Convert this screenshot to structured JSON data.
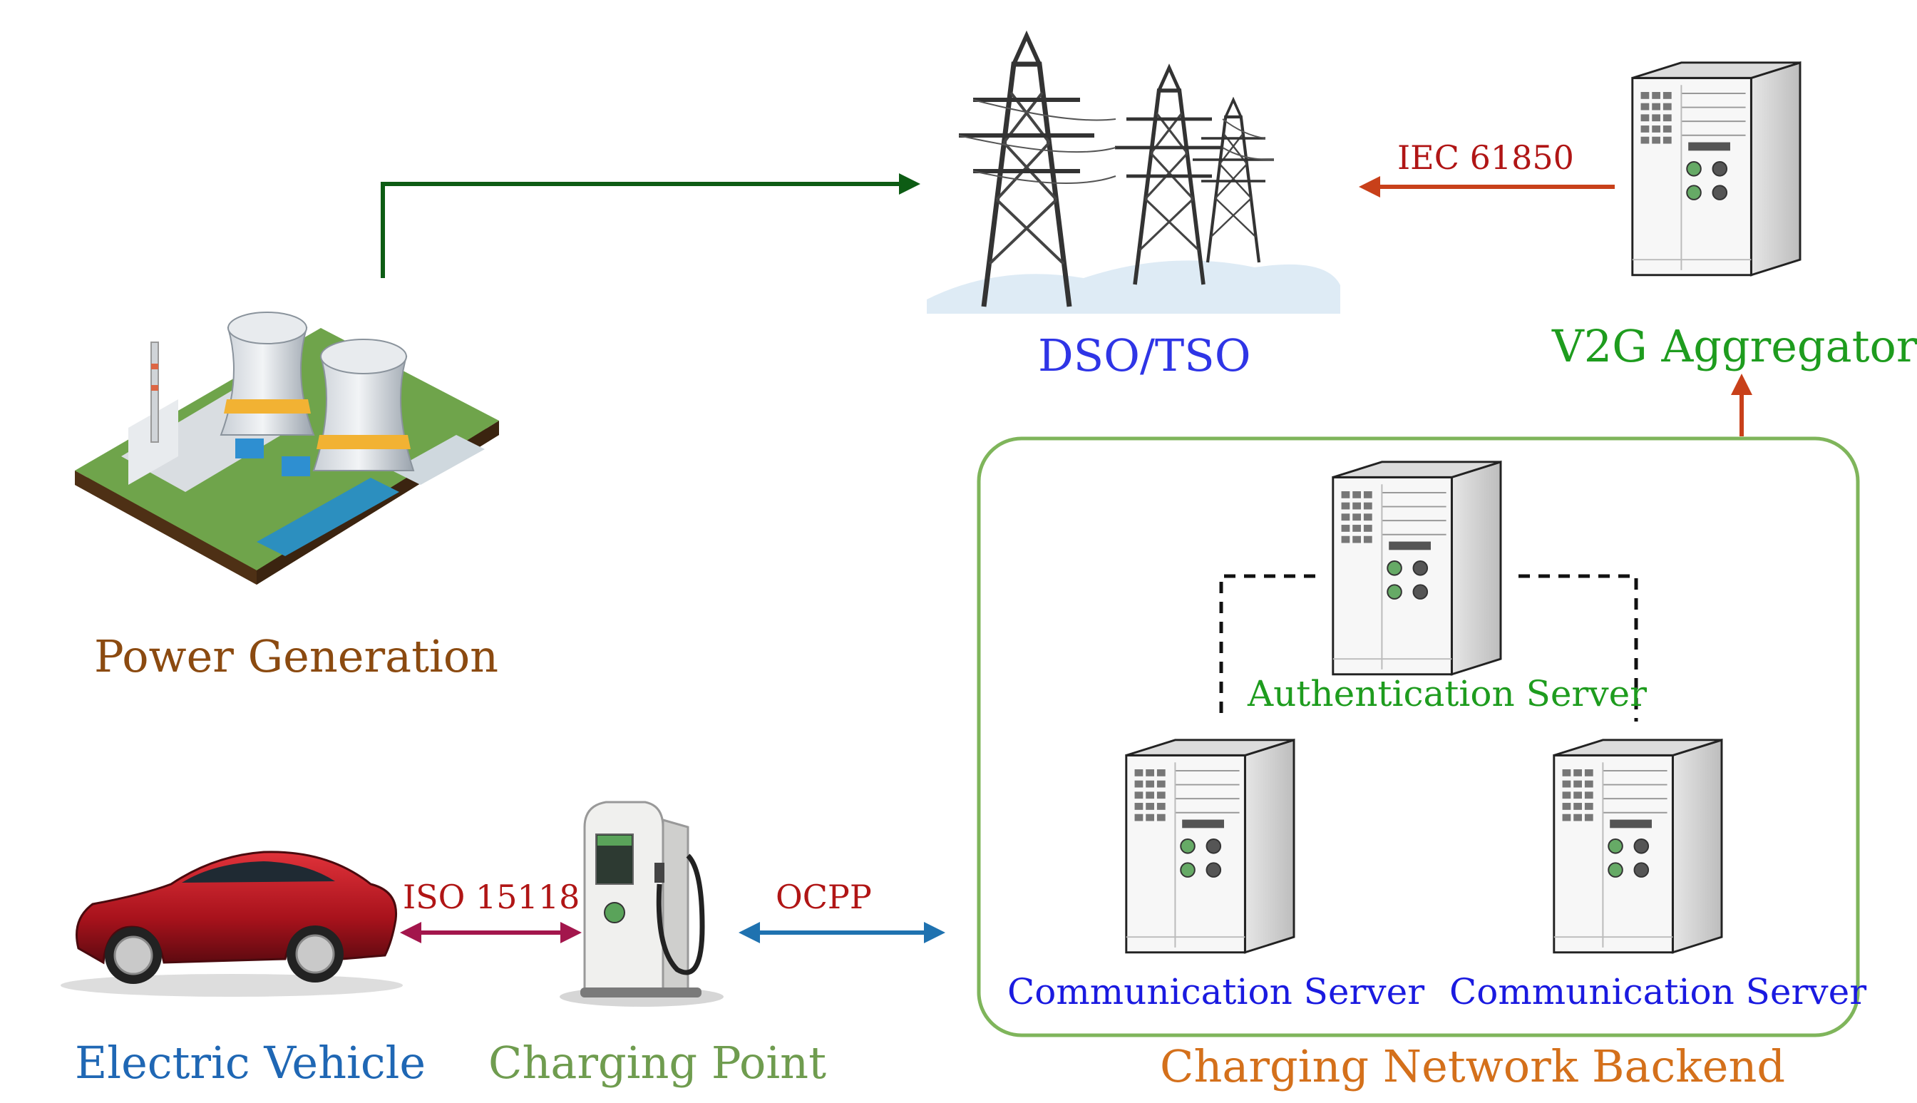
{
  "nodes": {
    "power_generation": "Power Generation",
    "grid": "DSO/TSO",
    "v2g_aggregator": "V2G Aggregator",
    "authentication_server": "Authentication Server",
    "communication_server_1": "Communication Server",
    "communication_server_2": "Communication Server",
    "electric_vehicle": "Electric Vehicle",
    "charging_point": "Charging Point",
    "charging_network_backend": "Charging Network Backend"
  },
  "protocols": {
    "aggregator_to_grid": "IEC 61850",
    "ev_to_charger": "ISO 15118",
    "charger_to_backend": "OCPP"
  },
  "colors": {
    "power_generation": "#8b4a10",
    "grid": "#2f35e6",
    "v2g_aggregator": "#1e9c1e",
    "authentication_server": "#1e9c1e",
    "communication_server": "#1a1ae0",
    "electric_vehicle": "#1f67b4",
    "charging_point": "#6f9c4f",
    "charging_network_backend": "#d4701b",
    "protocol_red": "#b01515",
    "arrow_green": "#0d5c14",
    "arrow_orange": "#c8401a",
    "arrow_maroon": "#a3164c",
    "arrow_blue": "#1f72b0",
    "backend_box": "#7fb55b"
  },
  "icons": {
    "power_plant": "nuclear-power-plant-icon",
    "transmission": "transmission-tower-icon",
    "server": "server-tower-icon",
    "car": "electric-car-icon",
    "charger": "ev-charger-icon"
  }
}
